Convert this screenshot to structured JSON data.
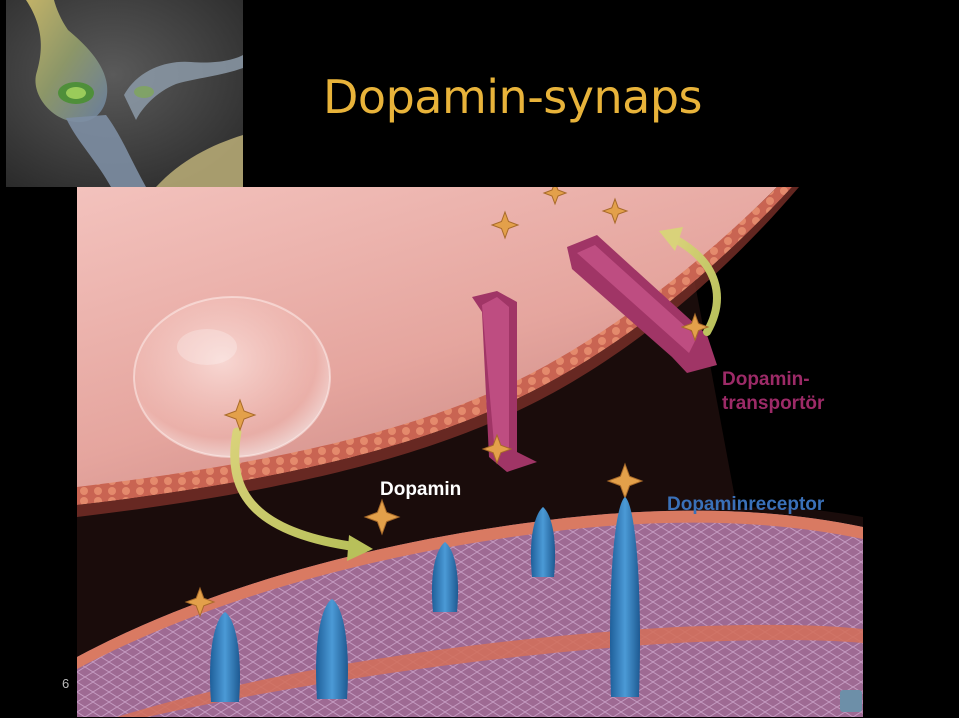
{
  "slide": {
    "title": "Dopamin-synaps",
    "number": "6"
  },
  "labels": {
    "transporter_line1": "Dopamin-",
    "transporter_line2": "transportör",
    "dopamine": "Dopamin",
    "receptor": "Dopaminreceptor"
  },
  "icons": {
    "neuron_image": "neuron-synapse-thumbnail",
    "logo": "corner-logo-icon"
  },
  "colors": {
    "title": "#e8b33a",
    "transporter_label": "#9c2a67",
    "dopamine_label": "#ffffff",
    "receptor_label": "#3a70b8",
    "dopamine_molecule": "#e3a04a",
    "transporter": "#a03566",
    "receptor": "#2f78b8",
    "membrane": "#d06a56"
  }
}
